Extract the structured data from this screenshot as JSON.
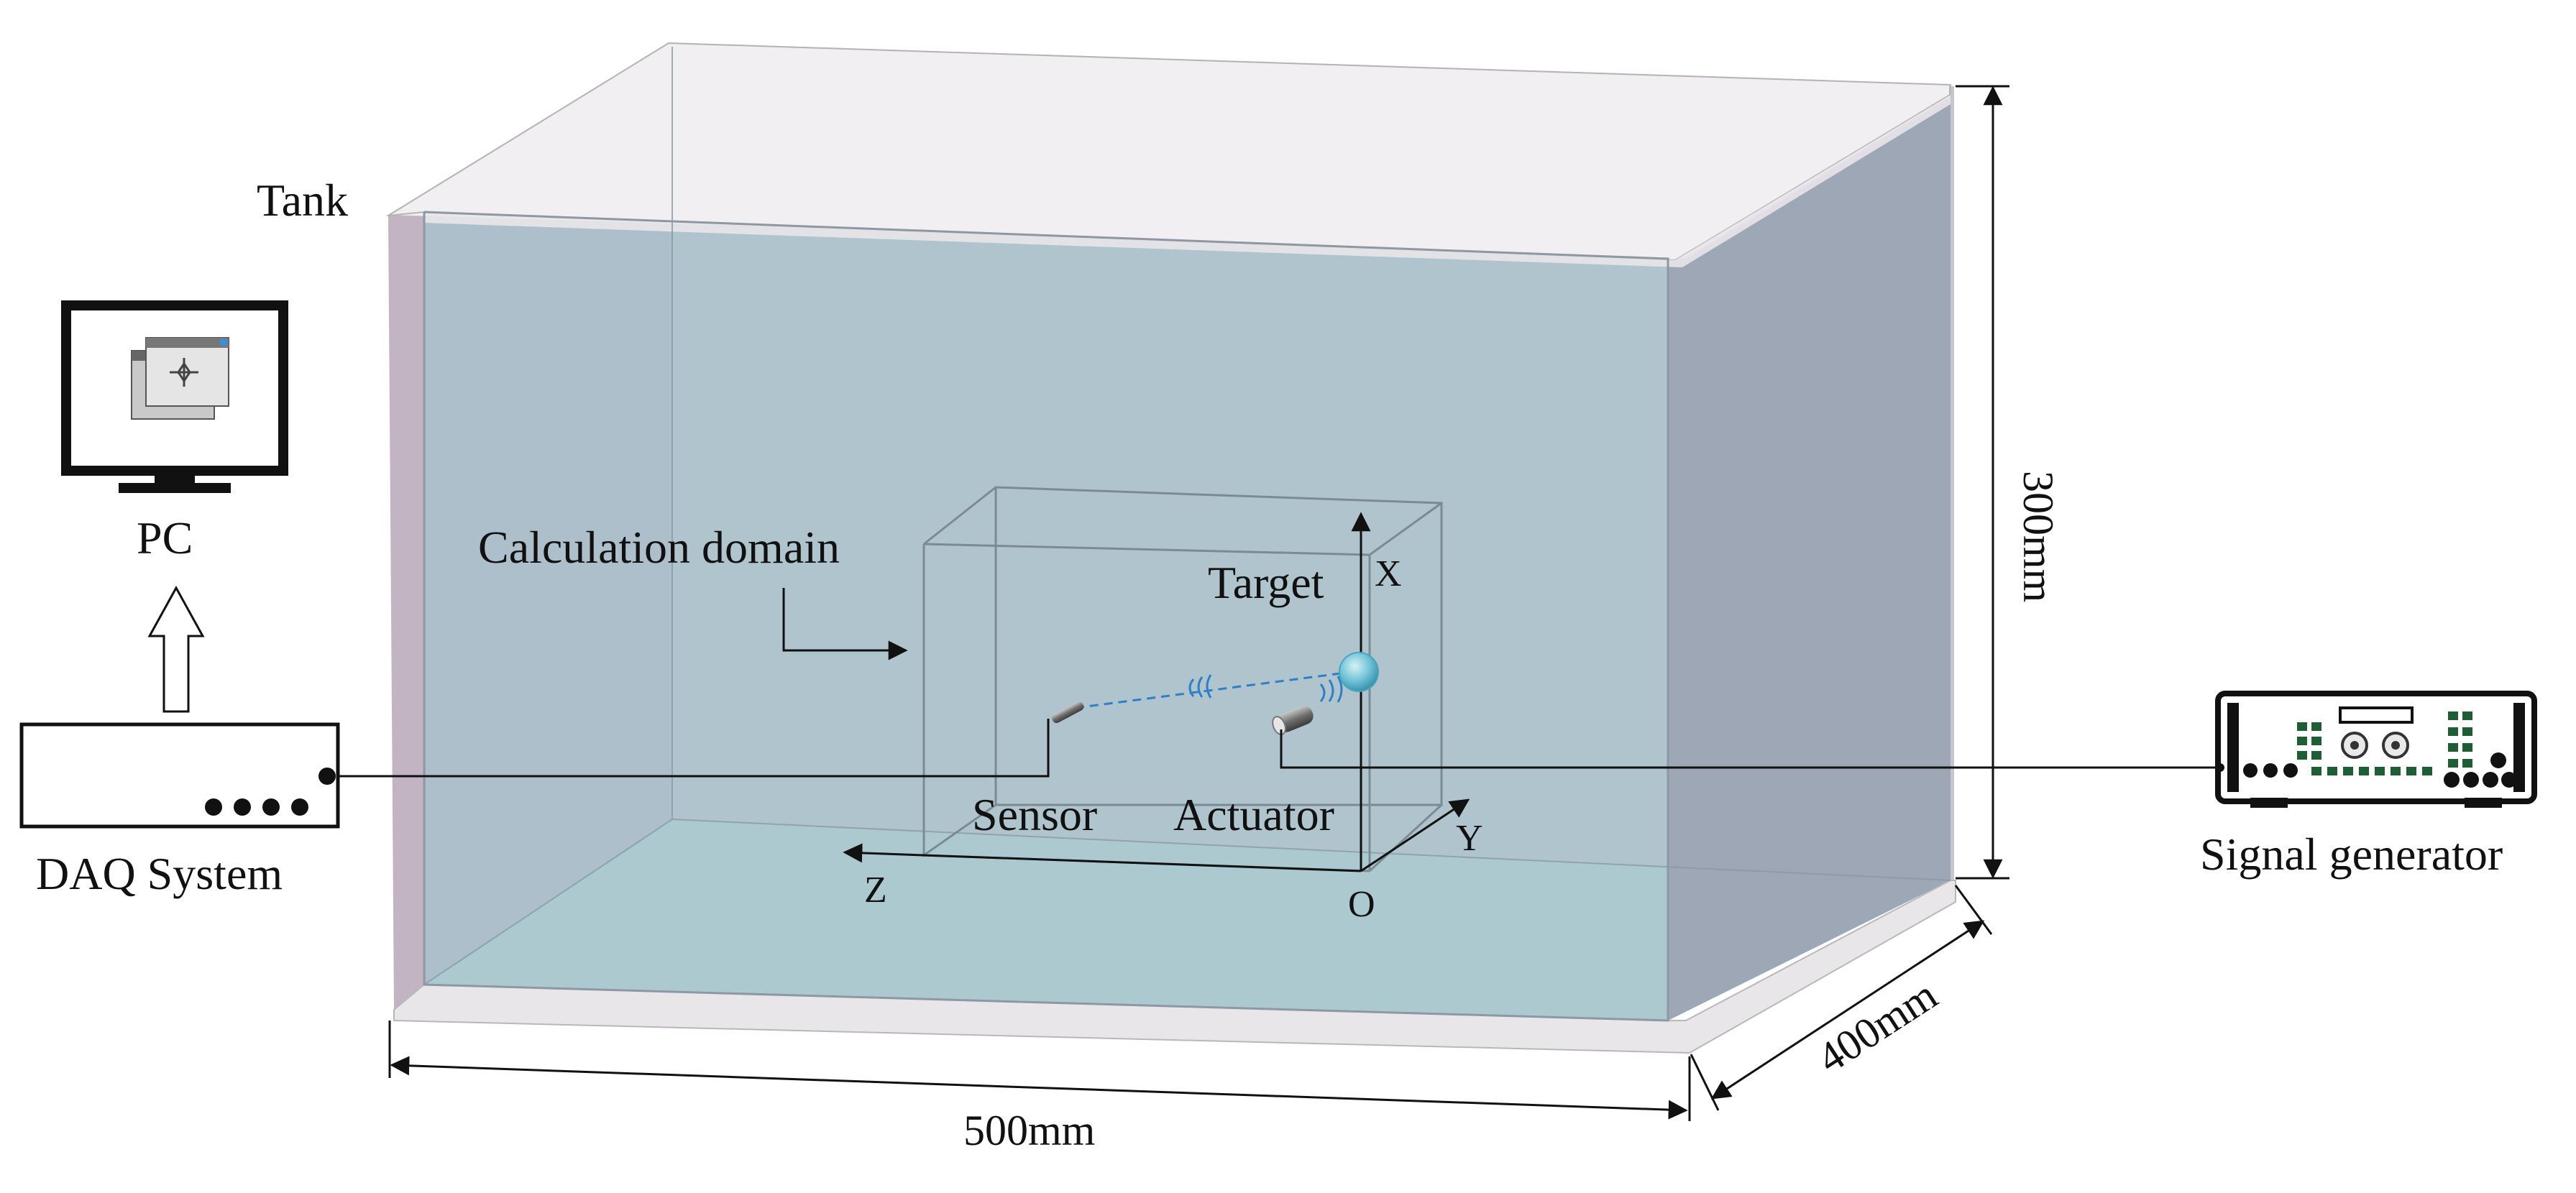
{
  "labels": {
    "tank": "Tank",
    "pc": "PC",
    "daq_system": "DAQ System",
    "calculation_domain": "Calculation domain",
    "target": "Target",
    "sensor": "Sensor",
    "actuator": "Actuator",
    "signal_generator": "Signal generator",
    "axis_x": "X",
    "axis_y": "Y",
    "axis_z": "Z",
    "origin": "O"
  },
  "dimensions": {
    "height": "300mm",
    "depth": "400mm",
    "width": "500mm"
  },
  "colors": {
    "water": "#b9dfe2",
    "tank_glass": "#9aa9b6",
    "tank_rim": "#f1eff2",
    "left_wall": "#c2b4c2",
    "wave_path": "#2f7fc7",
    "target_sphere": "#6fc2d6"
  },
  "icons": {
    "pc": "monitor-icon",
    "daq": "daq-box-icon",
    "signal_generator": "signal-generator-icon",
    "arrow": "hollow-up-arrow-icon"
  }
}
